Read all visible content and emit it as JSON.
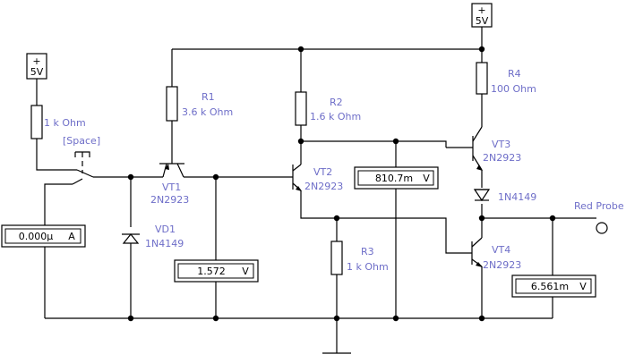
{
  "sources": [
    {
      "id": "left",
      "sign": "+",
      "label": "5V"
    },
    {
      "id": "right",
      "sign": "+",
      "label": "5V"
    }
  ],
  "resistors": {
    "left_series": {
      "value": "1 k Ohm"
    },
    "r1": {
      "name": "R1",
      "value": "3.6 k Ohm"
    },
    "r2": {
      "name": "R2",
      "value": "1.6 k Ohm"
    },
    "r3": {
      "name": "R3",
      "value": "1 k Ohm"
    },
    "r4": {
      "name": "R4",
      "value": "100  Ohm"
    }
  },
  "switch": {
    "key": "[Space]"
  },
  "transistors": {
    "vt1": {
      "name": "VT1",
      "model": "2N2923"
    },
    "vt2": {
      "name": "VT2",
      "model": "2N2923"
    },
    "vt3": {
      "name": "VT3",
      "model": "2N2923"
    },
    "vt4": {
      "name": "VT4",
      "model": "2N2923"
    }
  },
  "diodes": {
    "vd1": {
      "name": "VD1",
      "model": "1N4149"
    },
    "d_mid": {
      "model": "1N4149"
    }
  },
  "meters": {
    "ammeter": {
      "value": "0.000µ",
      "unit": "A"
    },
    "vt1_collector": {
      "value": "1.572",
      "unit": "V"
    },
    "mid": {
      "value": "810.7m",
      "unit": "V"
    },
    "output": {
      "value": "6.561m",
      "unit": "V"
    }
  },
  "probe": {
    "label": "Red Probe"
  }
}
